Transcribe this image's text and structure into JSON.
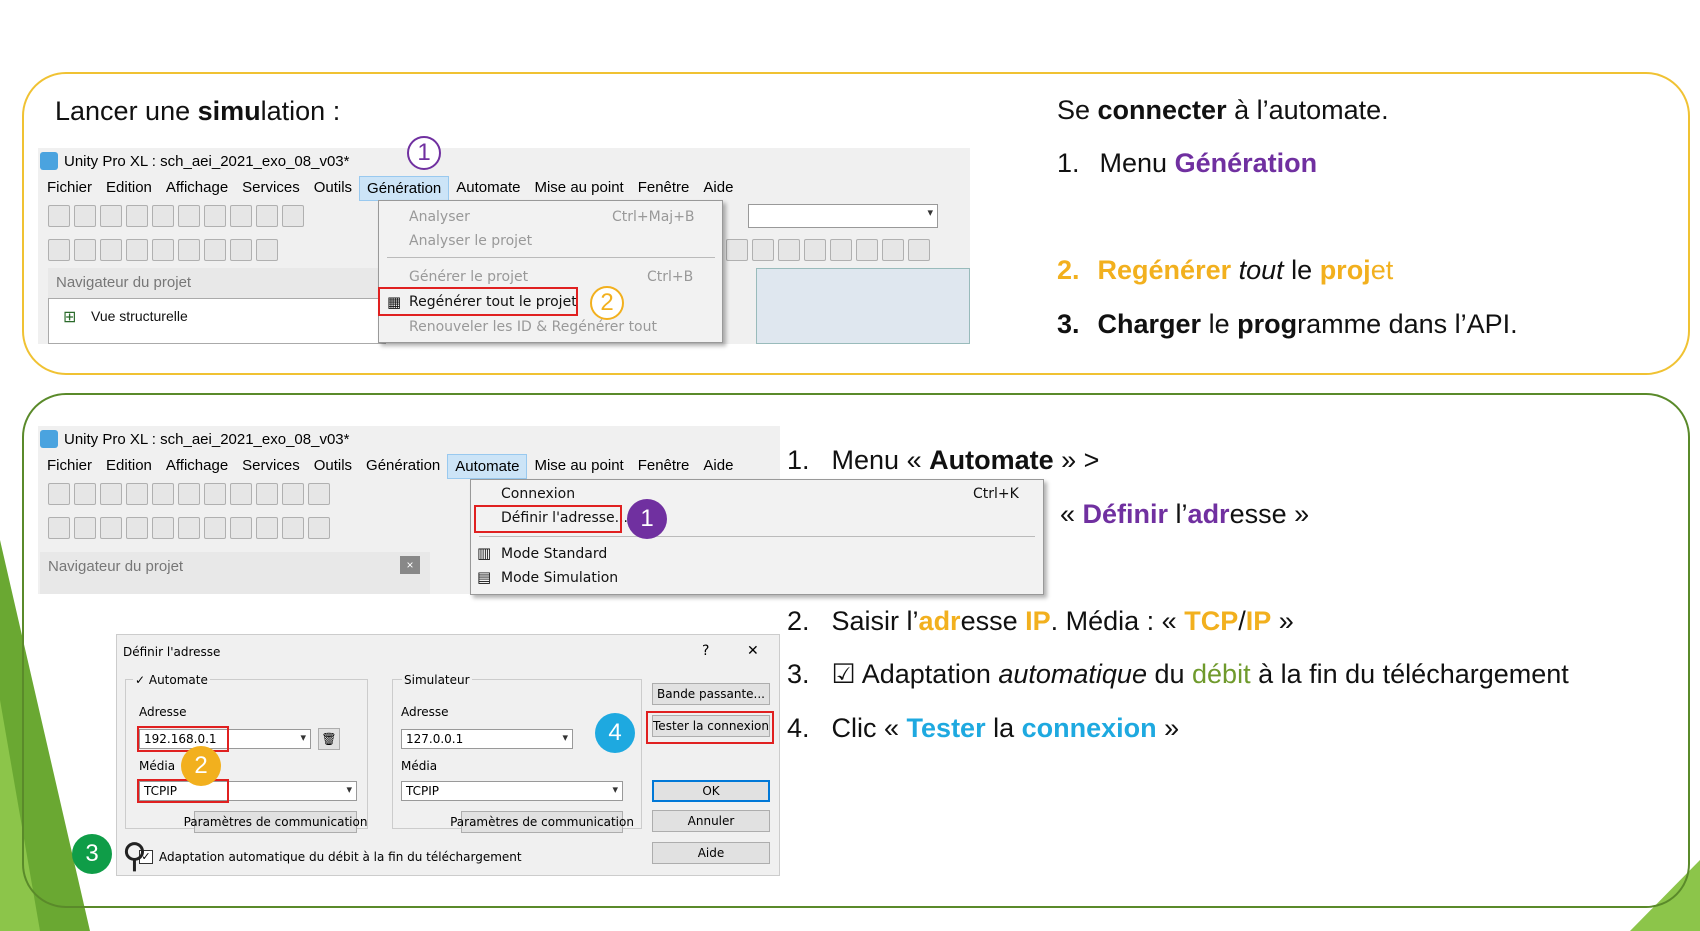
{
  "top": {
    "heading": {
      "pre": "Lancer une ",
      "bold": "simu",
      "post": "lation :"
    },
    "right": {
      "intro_pre": "Se ",
      "intro_bold": "connecter",
      "intro_post": " à l’automate.",
      "step1_num": "1.",
      "step1_pre": "Menu ",
      "step1_bold": "Génération",
      "step2_num": "2.",
      "step2_a": "Regénérer",
      "step2_b": " tout",
      "step2_c": " le ",
      "step2_d": "proj",
      "step2_e": "et",
      "step3_num": "3.",
      "step3_a": "Charger",
      "step3_b": " le ",
      "step3_c": "prog",
      "step3_d": "ramme dans l’API."
    },
    "window": {
      "title": "Unity Pro XL : sch_aei_2021_exo_08_v03*",
      "menu": [
        "Fichier",
        "Edition",
        "Affichage",
        "Services",
        "Outils",
        "Génération",
        "Automate",
        "Mise au point",
        "Fenêtre",
        "Aide"
      ],
      "active_menu": "Génération",
      "nav_title": "Navigateur du projet",
      "nav_item": "Vue structurelle",
      "dropdown": {
        "items": [
          {
            "label": "Analyser",
            "shortcut": "Ctrl+Maj+B",
            "enabled": false
          },
          {
            "label": "Analyser le projet",
            "shortcut": "",
            "enabled": false
          },
          {
            "label": "Générer le projet",
            "shortcut": "Ctrl+B",
            "enabled": false
          },
          {
            "label": "Regénérer tout le projet",
            "shortcut": "",
            "enabled": true
          },
          {
            "label": "Renouveler les ID & Regénérer tout",
            "shortcut": "",
            "enabled": false
          }
        ]
      },
      "badge1": "1",
      "badge2": "2"
    }
  },
  "bottom": {
    "right": {
      "s1_num": "1.",
      "s1_a": "Menu « ",
      "s1_b": "Automate",
      "s1_c": " » >",
      "s1_line2_a": "« ",
      "s1_line2_b": "Définir",
      "s1_line2_c": " l’",
      "s1_line2_d": "adr",
      "s1_line2_e": "esse »",
      "s2_num": "2.",
      "s2_a": "Saisir l’",
      "s2_b": "adr",
      "s2_c": "esse ",
      "s2_d": "IP",
      "s2_e": ". Média : « ",
      "s2_f": "TCP",
      "s2_g": "/",
      "s2_h": "IP",
      "s2_i": " »",
      "s3_num": "3.",
      "s3_a": "☑ Adaptation ",
      "s3_b": "automatique",
      "s3_c": " du ",
      "s3_d": "débit",
      "s3_e": " à la fin du téléchargement",
      "s4_num": "4.",
      "s4_a": "Clic « ",
      "s4_b": "Tester",
      "s4_c": " la ",
      "s4_d": "connexion",
      "s4_e": " »"
    },
    "window": {
      "title": "Unity Pro XL : sch_aei_2021_exo_08_v03*",
      "menu": [
        "Fichier",
        "Edition",
        "Affichage",
        "Services",
        "Outils",
        "Génération",
        "Automate",
        "Mise au point",
        "Fenêtre",
        "Aide"
      ],
      "active_menu": "Automate",
      "nav_title": "Navigateur du projet",
      "dropdown": {
        "connexion": "Connexion",
        "connexion_sc": "Ctrl+K",
        "definir": "Définir l'adresse...",
        "mode_standard": "Mode Standard",
        "mode_simulation": "Mode Simulation"
      },
      "badge1": "1"
    },
    "dialog": {
      "title": "Définir l'adresse",
      "help": "?",
      "close": "✕",
      "automate_group": "✓ Automate",
      "simulateur_group": "Simulateur",
      "adresse_label": "Adresse",
      "adresse_value": "192.168.0.1",
      "media_label": "Média",
      "media_value": "TCPIP",
      "param_btn": "Paramètres de communication",
      "sim_adresse_label": "Adresse",
      "sim_adresse_value": "127.0.0.1",
      "sim_media_label": "Média",
      "sim_media_value": "TCPIP",
      "sim_param_btn": "Paramètres de communication",
      "bande_btn": "Bande passante...",
      "tester_btn": "Tester la connexion",
      "ok_btn": "OK",
      "annuler_btn": "Annuler",
      "aide_btn": "Aide",
      "checkbox_label": "Adaptation automatique du débit à la fin du téléchargement",
      "badge2": "2",
      "badge3": "3",
      "badge4": "4"
    }
  },
  "colors": {
    "yellow_border": "#f0c233",
    "green_border": "#5a8a2a",
    "purple": "#7030a0",
    "orange": "#f2b01e",
    "cyan": "#1ea9e0",
    "green": "#0f9d48",
    "red": "#e02020"
  }
}
